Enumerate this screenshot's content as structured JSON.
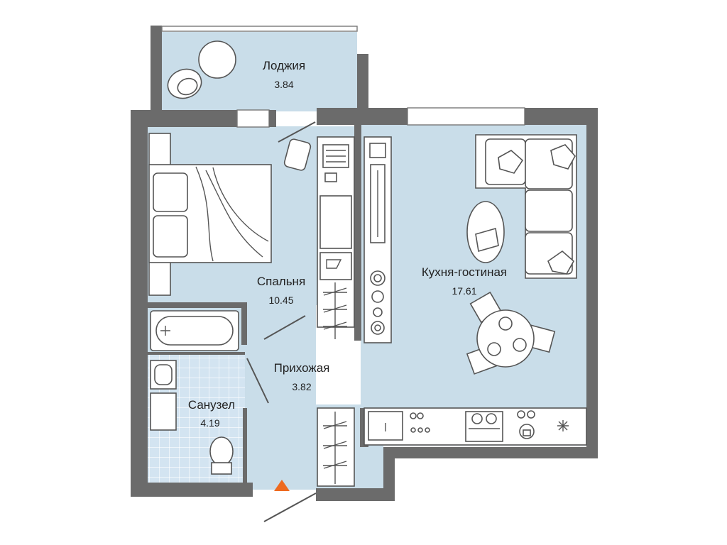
{
  "colors": {
    "floor": "#c9dde9",
    "tile": "#d3e4f1",
    "wall": "#6b6b6b",
    "entrance_marker": "#ee6a1f"
  },
  "rooms": [
    {
      "id": "loggia",
      "name": "Лоджия",
      "area": "3.84"
    },
    {
      "id": "bedroom",
      "name": "Спальня",
      "area": "10.45"
    },
    {
      "id": "kitchen",
      "name": "Кухня-гостиная",
      "area": "17.61"
    },
    {
      "id": "hallway",
      "name": "Прихожая",
      "area": "3.82"
    },
    {
      "id": "bathroom",
      "name": "Санузел",
      "area": "4.19"
    }
  ],
  "icons": {
    "entrance": "triangle-up-icon",
    "appliance": "snowflake-icon"
  }
}
